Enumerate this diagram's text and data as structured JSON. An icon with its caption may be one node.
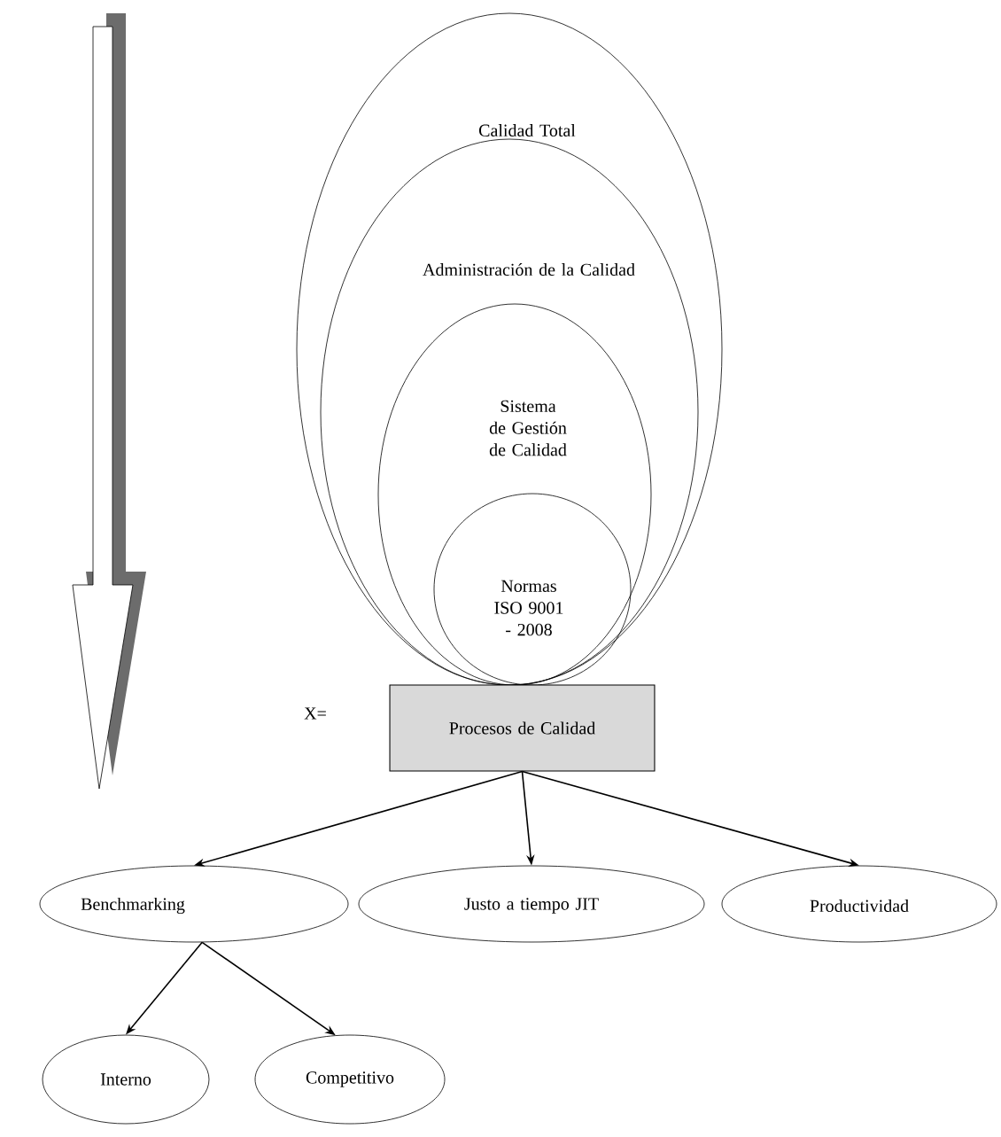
{
  "diagram": {
    "nodes": [
      {
        "text": [
          "Calidad Total"
        ]
      },
      {
        "text": [
          "Administración de la Calidad"
        ],
        "in": 0
      },
      {
        "text": [
          "Sistema de Gestión de Calidad"
        ],
        "in": 1
      },
      {
        "text": [
          "Normas ISO 9001 - 2008"
        ],
        "in": 2
      },
      {
        "text": [
          "Procesos de Calidad"
        ]
      },
      {
        "text": [
          "Benchmarking"
        ]
      },
      {
        "text": [
          "Justo a tiempo JIT"
        ]
      },
      {
        "text": [
          "Productividad"
        ]
      },
      {
        "text": [
          "Interno"
        ]
      },
      {
        "text": [
          "Competitivo"
        ]
      }
    ],
    "edges": [
      {
        "from": 4,
        "to": 5,
        "arrow": "to"
      },
      {
        "from": 4,
        "to": 6,
        "arrow": "to"
      },
      {
        "from": 4,
        "to": 7,
        "arrow": "to"
      },
      {
        "from": 5,
        "to": 8,
        "arrow": "to"
      },
      {
        "from": 5,
        "to": 9,
        "arrow": "to"
      }
    ],
    "labels": [
      "X="
    ]
  }
}
